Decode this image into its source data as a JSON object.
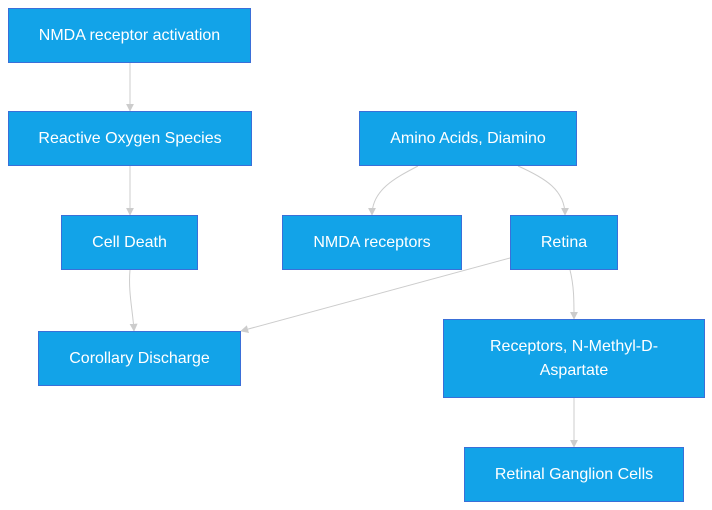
{
  "diagram": {
    "nodes": {
      "nmda_activation": "NMDA receptor activation",
      "reactive_oxygen_species": "Reactive Oxygen Species",
      "amino_acids_diamino": "Amino Acids, Diamino",
      "cell_death": "Cell Death",
      "nmda_receptors": "NMDA receptors",
      "retina": "Retina",
      "corollary_discharge": "Corollary Discharge",
      "receptors_n_methyl_d_aspartate": "Receptors, N-Methyl-D-Aspartate",
      "retinal_ganglion_cells": "Retinal Ganglion Cells"
    },
    "edges": [
      {
        "from": "nmda_activation",
        "to": "reactive_oxygen_species"
      },
      {
        "from": "reactive_oxygen_species",
        "to": "cell_death"
      },
      {
        "from": "cell_death",
        "to": "corollary_discharge"
      },
      {
        "from": "amino_acids_diamino",
        "to": "nmda_receptors"
      },
      {
        "from": "amino_acids_diamino",
        "to": "retina"
      },
      {
        "from": "retina",
        "to": "corollary_discharge"
      },
      {
        "from": "retina",
        "to": "receptors_n_methyl_d_aspartate"
      },
      {
        "from": "receptors_n_methyl_d_aspartate",
        "to": "retinal_ganglion_cells"
      }
    ],
    "colors": {
      "node_fill": "#12a3e8",
      "node_border": "#3a6fd8",
      "node_text": "#ffffff",
      "edge": "#cccccc"
    }
  }
}
